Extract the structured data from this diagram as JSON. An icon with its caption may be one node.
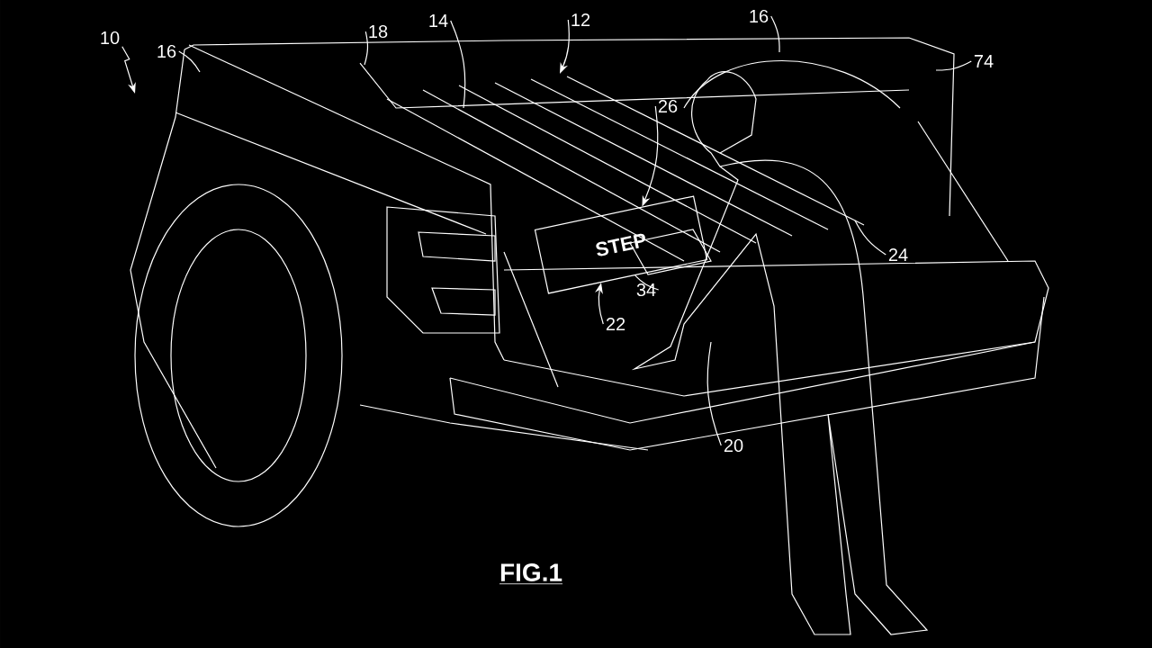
{
  "diagram": {
    "caption": "FIG.1",
    "nodes": [
      {
        "text": [
          "10"
        ]
      },
      {
        "text": [
          "16"
        ]
      },
      {
        "text": [
          "18"
        ]
      },
      {
        "text": [
          "14"
        ]
      },
      {
        "text": [
          "12"
        ]
      },
      {
        "text": [
          "16"
        ]
      },
      {
        "text": [
          "74"
        ]
      },
      {
        "text": [
          "26"
        ]
      },
      {
        "text": [
          "24"
        ]
      },
      {
        "text": [
          "34"
        ]
      },
      {
        "text": [
          "22"
        ]
      },
      {
        "text": [
          "20"
        ]
      },
      {
        "text": [
          "STEP"
        ]
      }
    ],
    "edges": [
      {
        "from": 0,
        "to": null,
        "arrow": "to"
      },
      {
        "from": 1,
        "to": null,
        "arrow": "none"
      },
      {
        "from": 2,
        "to": null,
        "arrow": "none"
      },
      {
        "from": 3,
        "to": null,
        "arrow": "none"
      },
      {
        "from": 4,
        "to": null,
        "arrow": "to"
      },
      {
        "from": 5,
        "to": null,
        "arrow": "none"
      },
      {
        "from": 6,
        "to": null,
        "arrow": "none"
      },
      {
        "from": 7,
        "to": 12,
        "arrow": "to"
      },
      {
        "from": 8,
        "to": null,
        "arrow": "none"
      },
      {
        "from": 9,
        "to": 12,
        "arrow": "none"
      },
      {
        "from": 10,
        "to": 12,
        "arrow": "to"
      },
      {
        "from": 11,
        "to": null,
        "arrow": "none"
      }
    ]
  }
}
